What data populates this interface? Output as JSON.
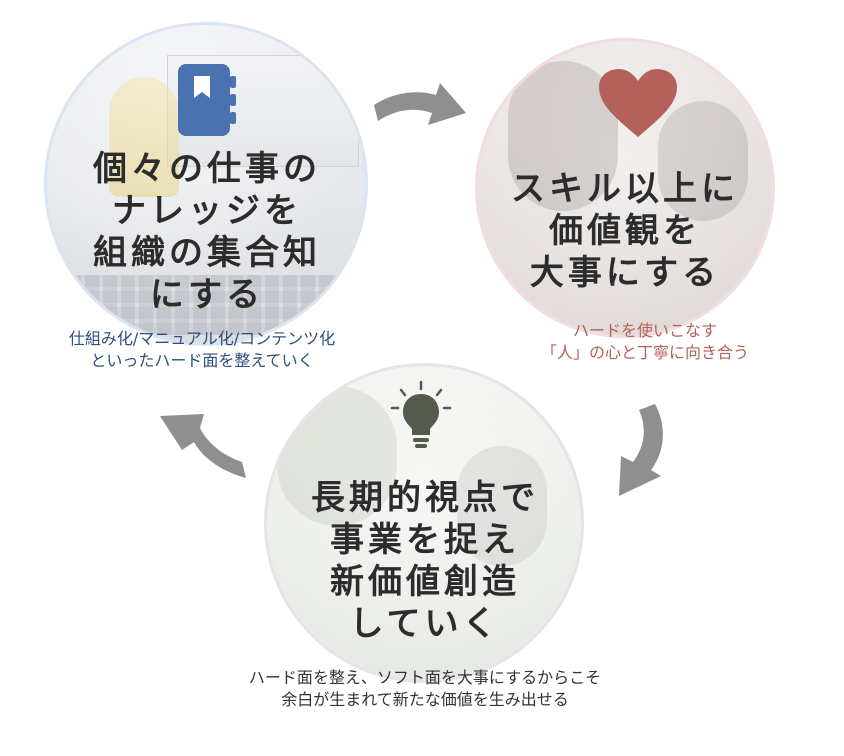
{
  "circles": {
    "left": {
      "heading": [
        "個々の仕事の",
        "ナレッジを",
        "組織の集合知",
        "にする"
      ],
      "caption": [
        "仕組み化/マニュアル化/コンテンツ化",
        "といったハード面を整えていく"
      ],
      "icon": "book-icon",
      "accent_color": "#4a72b0"
    },
    "right": {
      "heading": [
        "スキル以上に",
        "価値観を",
        "大事にする"
      ],
      "caption": [
        "ハードを使いこなす",
        "「人」の心と丁寧に向き合う"
      ],
      "icon": "heart-icon",
      "accent_color": "#b3615a"
    },
    "bottom": {
      "heading": [
        "長期的視点で",
        "事業を捉え",
        "新価値創造",
        "していく"
      ],
      "caption": [
        "ハード面を整え、ソフト面を大事にするからこそ",
        "余白が生まれて新たな価値を生み出せる"
      ],
      "icon": "lightbulb-icon",
      "accent_color": "#555a4e"
    }
  },
  "arrows": {
    "color": "#8f8f8f",
    "direction": "clockwise"
  }
}
